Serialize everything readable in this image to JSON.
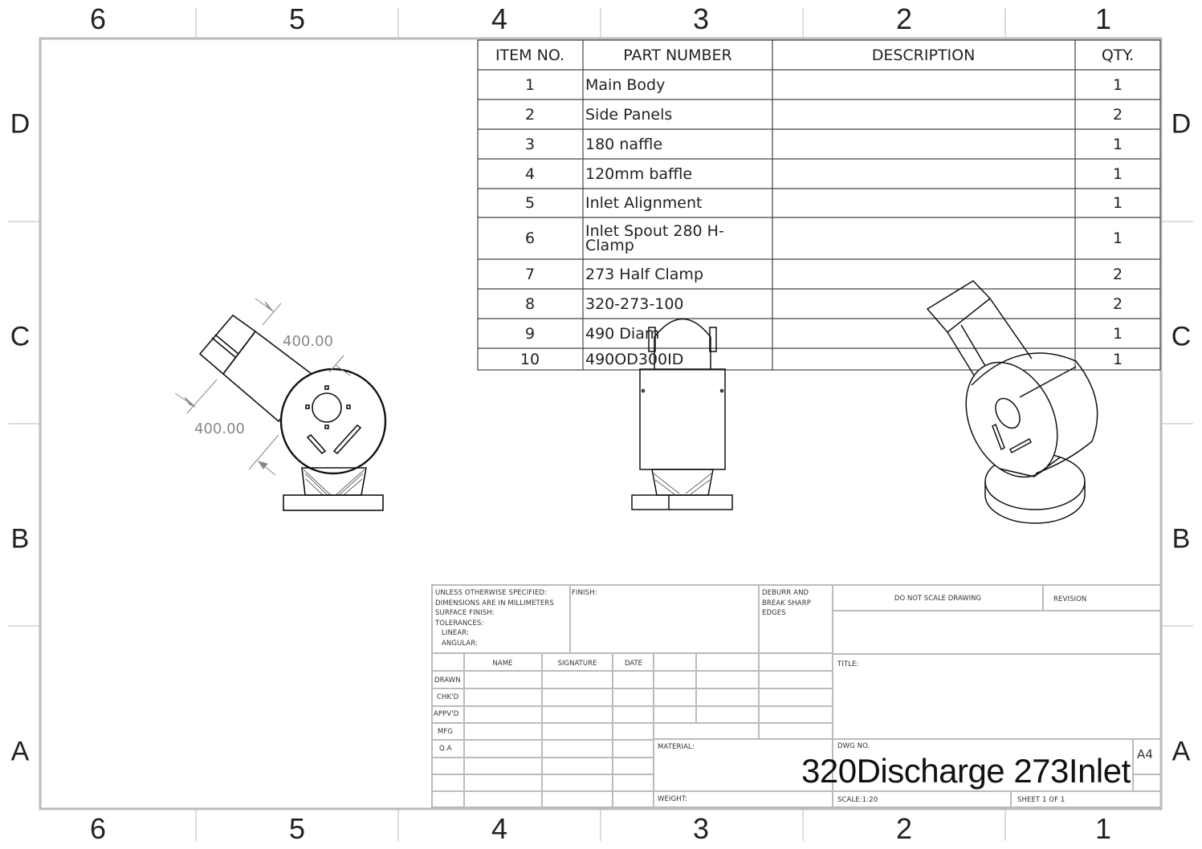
{
  "zones": {
    "columns": [
      "6",
      "5",
      "4",
      "3",
      "2",
      "1"
    ],
    "rows": [
      "D",
      "C",
      "B",
      "A"
    ]
  },
  "bom": {
    "headers": {
      "item": "ITEM NO.",
      "part": "PART NUMBER",
      "desc": "DESCRIPTION",
      "qty": "QTY."
    },
    "rows": [
      {
        "item": "1",
        "part": "Main Body",
        "desc": "",
        "qty": "1"
      },
      {
        "item": "2",
        "part": "Side Panels",
        "desc": "",
        "qty": "2"
      },
      {
        "item": "3",
        "part": "180 naffle",
        "desc": "",
        "qty": "1"
      },
      {
        "item": "4",
        "part": "120mm baffle",
        "desc": "",
        "qty": "1"
      },
      {
        "item": "5",
        "part": "Inlet Alignment",
        "desc": "",
        "qty": "1"
      },
      {
        "item": "6",
        "part": "Inlet Spout 280 H-\nClamp",
        "desc": "",
        "qty": "1"
      },
      {
        "item": "7",
        "part": "273 Half Clamp",
        "desc": "",
        "qty": "2"
      },
      {
        "item": "8",
        "part": "320-273-100",
        "desc": "",
        "qty": "2"
      },
      {
        "item": "9",
        "part": "490 Diam",
        "desc": "",
        "qty": "1"
      },
      {
        "item": "10",
        "part": "490OD300ID",
        "desc": "",
        "qty": "1"
      }
    ]
  },
  "dimensions": {
    "upper": "400.00",
    "lower": "400.00"
  },
  "title_block": {
    "unless": [
      "UNLESS OTHERWISE SPECIFIED:",
      "DIMENSIONS ARE IN MILLIMETERS",
      "SURFACE FINISH:",
      "TOLERANCES:",
      "  LINEAR:",
      "  ANGULAR:"
    ],
    "finish": "FINISH:",
    "deburr": [
      "DEBURR AND",
      "BREAK SHARP",
      "EDGES"
    ],
    "do_not_scale": "DO NOT SCALE DRAWING",
    "revision": "REVISION",
    "col_headers": {
      "name": "NAME",
      "signature": "SIGNATURE",
      "date": "DATE"
    },
    "roles": [
      "DRAWN",
      "CHK'D",
      "APPV'D",
      "MFG",
      "Q.A"
    ],
    "title_label": "TITLE:",
    "material_label": "MATERIAL:",
    "weight_label": "WEIGHT:",
    "dwg_no_label": "DWG NO.",
    "dwg_no": "320Discharge 273Inlet",
    "size": "A4",
    "scale": "SCALE:1:20",
    "sheet": "SHEET 1 OF 1"
  }
}
